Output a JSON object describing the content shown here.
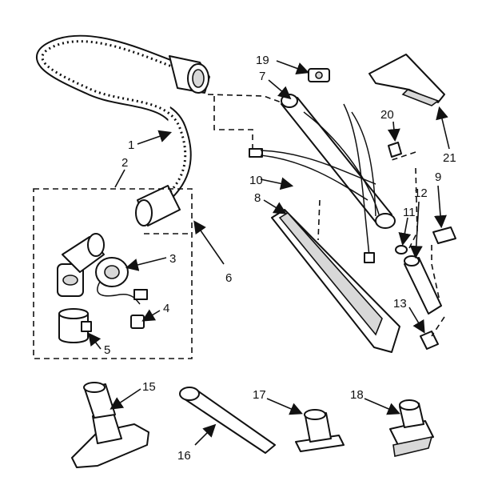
{
  "diagram": {
    "callouts": [
      {
        "id": "1",
        "label": "1"
      },
      {
        "id": "2",
        "label": "2"
      },
      {
        "id": "3",
        "label": "3"
      },
      {
        "id": "4",
        "label": "4"
      },
      {
        "id": "5",
        "label": "5"
      },
      {
        "id": "6",
        "label": "6"
      },
      {
        "id": "7",
        "label": "7"
      },
      {
        "id": "8",
        "label": "8"
      },
      {
        "id": "9",
        "label": "9"
      },
      {
        "id": "10",
        "label": "10"
      },
      {
        "id": "11",
        "label": "11"
      },
      {
        "id": "12",
        "label": "12"
      },
      {
        "id": "13",
        "label": "13"
      },
      {
        "id": "15",
        "label": "15"
      },
      {
        "id": "16",
        "label": "16"
      },
      {
        "id": "17",
        "label": "17"
      },
      {
        "id": "18",
        "label": "18"
      },
      {
        "id": "19",
        "label": "19"
      },
      {
        "id": "20",
        "label": "20"
      },
      {
        "id": "21",
        "label": "21"
      }
    ]
  }
}
